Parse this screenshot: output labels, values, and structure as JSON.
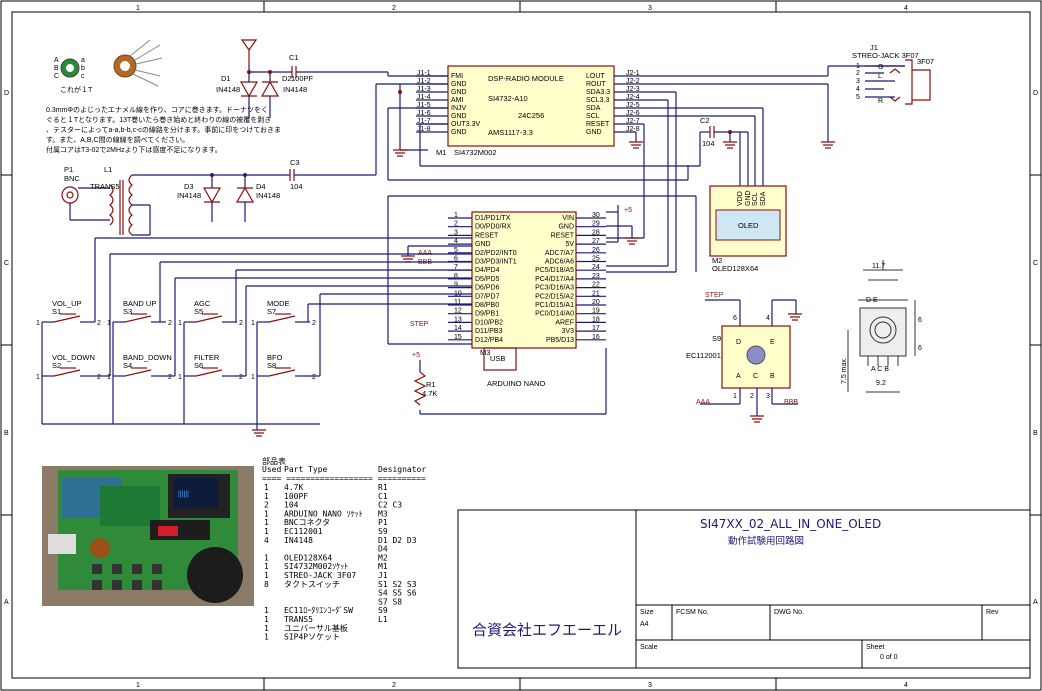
{
  "grid": {
    "cols": [
      "1",
      "2",
      "3",
      "4"
    ],
    "rows": [
      "D",
      "C",
      "B",
      "A"
    ]
  },
  "module": {
    "title": "DSP-RADIO MODULE",
    "chip": "SI4732-A10",
    "eeprom": "24C256",
    "reg": "AMS1117-3.3",
    "designator": "M1",
    "part": "SI4732M002",
    "left_pins": [
      "FMI",
      "GND",
      "GND",
      "AMI",
      "INJV",
      "GND",
      "OUT3.3V",
      "GND"
    ],
    "right_pins": [
      "LOUT",
      "ROUT",
      "SDA3.3",
      "SCL3.3",
      "SDA",
      "SCL",
      "RESET",
      "GND"
    ],
    "left_nums": [
      "J1-1",
      "J1-2",
      "J1-3",
      "J1-4",
      "J1-5",
      "J1-6",
      "J1-7",
      "J1-8"
    ],
    "right_nums": [
      "J2-1",
      "J2-2",
      "J2-3",
      "J2-4",
      "J2-5",
      "J2-6",
      "J2-7",
      "J2-8"
    ]
  },
  "nano": {
    "designator": "M3",
    "name": "ARDUINO NANO",
    "usb": "USB",
    "left_pins": [
      "D1/PD1/TX",
      "D0/PD0/RX",
      "RESET",
      "GND",
      "D2/PD2/INT0",
      "D3/PD3/INT1",
      "D4/PD4",
      "D5/PD5",
      "D6/PD6",
      "D7/PD7",
      "D8/PB0",
      "D9/PB1",
      "D10/PB2",
      "D11/PB3",
      "D12/PB4"
    ],
    "right_pins": [
      "VIN",
      "GND",
      "RESET",
      "5V",
      "ADC7/A7",
      "ADC6/A6",
      "PC5/D18/A5",
      "PC4/D17/A4",
      "PC3/D16/A3",
      "PC2/D15/A2",
      "PC1/D15/A1",
      "PC0/D14/A0",
      "AREF",
      "3V3",
      "PB5/D13"
    ],
    "left_nums": [
      "1",
      "2",
      "3",
      "4",
      "5",
      "6",
      "7",
      "8",
      "9",
      "10",
      "11",
      "12",
      "13",
      "14",
      "15"
    ],
    "right_nums": [
      "30",
      "29",
      "28",
      "27",
      "26",
      "25",
      "24",
      "23",
      "22",
      "21",
      "20",
      "19",
      "18",
      "17",
      "16"
    ]
  },
  "oled": {
    "designator": "M2",
    "part": "OLED128X64",
    "label": "OLED",
    "pins": [
      "VDD",
      "GND",
      "SCL",
      "SDA"
    ]
  },
  "encoder": {
    "designator": "S9",
    "part": "EC112001",
    "pins": [
      "A",
      "C",
      "B",
      "D",
      "E"
    ],
    "nums": [
      "1",
      "2",
      "3",
      "6",
      "4"
    ]
  },
  "jack": {
    "designator": "J1",
    "part": "STREO-JACK 3F07",
    "alt": "3F07",
    "pins": [
      "1",
      "2",
      "3",
      "4",
      "5"
    ],
    "letters": [
      "G",
      "L",
      "R"
    ]
  },
  "switches": [
    {
      "name": "VOL_UP",
      "ref": "S1"
    },
    {
      "name": "BAND UP",
      "ref": "S3"
    },
    {
      "name": "AGC",
      "ref": "S5"
    },
    {
      "name": "MODE",
      "ref": "S7"
    },
    {
      "name": "VOL_DOWN",
      "ref": "S2"
    },
    {
      "name": "BAND_DOWN",
      "ref": "S4"
    },
    {
      "name": "FILTER",
      "ref": "S6"
    },
    {
      "name": "BFO",
      "ref": "S8"
    }
  ],
  "parts_small": {
    "d1": "D1",
    "d1v": "IN4148",
    "d2": "D2",
    "d2v": "IN4148",
    "c1": "C1",
    "c1v": "100PF",
    "d3": "D3",
    "d3v": "IN4148",
    "d4": "D4",
    "d4v": "IN4148",
    "c3": "C3",
    "c3v": "104",
    "c2": "C2",
    "c2v": "104",
    "r1": "R1",
    "r1v": "4.7K",
    "p1": "P1",
    "p1v": "BNC",
    "l1": "L1",
    "l1v": "TRANS5",
    "plus5": "+5",
    "aaa": "AAA",
    "bbb": "BBB",
    "step": "STEP"
  },
  "coil_note": {
    "caption": "これが１T",
    "lines": [
      "0.3mmΦのよじったエナメル線を作り、コアに巻きます。ドーナツをく",
      "ぐると１Tとなります。13T巻いたら巻き始めと終わりの線の被覆を剥き",
      "、テスターによってa-a,b-b,c-cの線路を分けます。事前に印をつけておきま",
      "す。また、A,B,C間の線線を調べてください。",
      "付属コアはT3-02で2MHzより下は感度不足になります。"
    ]
  },
  "enc_dims": {
    "w": "11.7",
    "h": "6",
    "h2": "6",
    "max": "7.5 max.",
    "b": "9.2",
    "labels": "A C B",
    "top": "D   E"
  },
  "bom": {
    "title": "部品表",
    "header": [
      "Used",
      "Part Type",
      "Designator"
    ],
    "sep": "==== ================== ==========",
    "rows": [
      [
        "1",
        "4.7K",
        "R1"
      ],
      [
        "1",
        "100PF",
        "C1"
      ],
      [
        "2",
        "104",
        "C2 C3"
      ],
      [
        "1",
        "ARDUINO NANO ｿｹｯﾄ",
        "M3"
      ],
      [
        "1",
        "BNCコネクタ",
        "P1"
      ],
      [
        "1",
        "EC112001",
        "S9"
      ],
      [
        "4",
        "IN4148",
        "D1 D2 D3"
      ],
      [
        "",
        "",
        "D4"
      ],
      [
        "1",
        "OLED128X64",
        "M2"
      ],
      [
        "1",
        "SI4732M002ｿｹｯﾄ",
        "M1"
      ],
      [
        "1",
        "STREO-JACK 3F07",
        "J1"
      ],
      [
        "8",
        "タクトスイッチ",
        "S1 S2 S3"
      ],
      [
        "",
        "",
        "S4 S5 S6"
      ],
      [
        "",
        "",
        "S7 S8"
      ],
      [
        "1",
        "EC11ﾛｰﾀﾘｴﾝｺｰﾀﾞSW",
        "S9"
      ],
      [
        "1",
        "TRANS5",
        "L1"
      ],
      [
        "1",
        "ユニバーサル基板",
        ""
      ],
      [
        "1",
        "SIP4Pソケット",
        ""
      ]
    ]
  },
  "titleblock": {
    "title": "SI47XX_02_ALL_IN_ONE_OLED",
    "subtitle": "動作試験用回路図",
    "company": "合資会社エフエーエル",
    "size_label": "Size",
    "size": "A4",
    "fcsm": "FCSM No.",
    "dwg": "DWG No.",
    "rev": "Rev",
    "scale": "Scale",
    "sheet": "Sheet",
    "sheet_val": "0 of 0"
  },
  "photo": {
    "pcb": "#2f8a3a",
    "knob": "#1c1c1c"
  }
}
